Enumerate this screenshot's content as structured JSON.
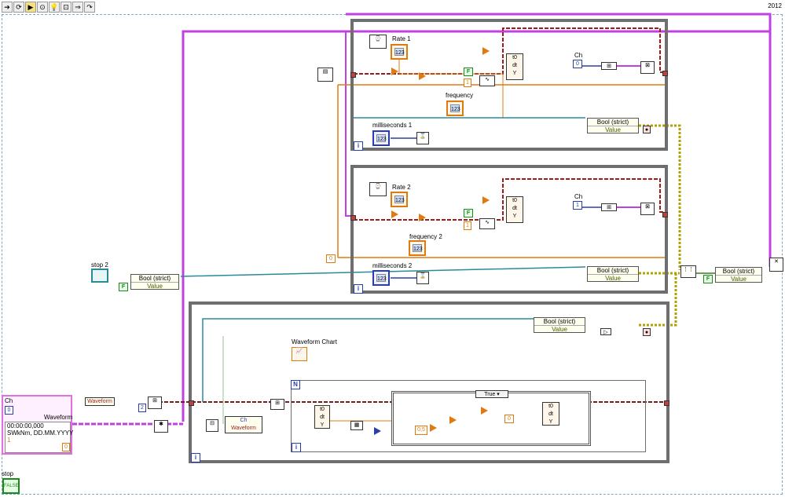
{
  "toolbar": {
    "version": "2012",
    "buttons": [
      "run-arrow",
      "run-continuous",
      "abort",
      "pause",
      "highlight",
      "retain",
      "step-into",
      "step-over"
    ]
  },
  "loops": {
    "loop1": {
      "rate_label": "Rate 1",
      "frequency_label": "frequency",
      "ms_label": "milliseconds 1",
      "ch_label": "Ch",
      "ch_value": "0",
      "bool_label": "Bool (strict)",
      "value_label": "Value"
    },
    "loop2": {
      "rate_label": "Rate 2",
      "frequency_label": "frequency 2",
      "ms_label": "milliseconds 2",
      "ch_label": "Ch",
      "ch_value": "1",
      "bool_label": "Bool (strict)",
      "value_label": "Value",
      "zero_const": "0"
    },
    "loop3": {
      "chart_label": "Waveform Chart",
      "bool_label": "Bool (strict)",
      "value_label": "Value",
      "case_selector": "True",
      "n_label": "N",
      "const_05": "0,5",
      "const_0": "0",
      "ch_item": "Ch",
      "waveform_item": "Waveform",
      "t0": "t0",
      "dt": "dt",
      "y": "Y"
    }
  },
  "left_panel": {
    "stop2_label": "stop 2",
    "bool_label": "Bool (strict)",
    "value_label": "Value",
    "f_const": "F",
    "waveform_label": "Waveform",
    "waveform_indicator_label": "Waveform",
    "cluster_ch_label": "Ch",
    "cluster_ch_value": "0",
    "cluster_timestamp": "00:00:00,000",
    "cluster_date": "SWkNm, DD.MM.YYYY",
    "cluster_index": "1",
    "cluster_index2": "0",
    "const_2": "2",
    "stop_label": "stop",
    "stop_button_text": "FALSE"
  },
  "right_panel": {
    "bool_label": "Bool (strict)",
    "value_label": "Value",
    "f_const": "F"
  },
  "colors": {
    "wire_pink": "#c040e0",
    "wire_orange": "#e07a10",
    "wire_blue": "#2a3ea8",
    "wire_green": "#1a8a1a",
    "wire_teal": "#2a8a9a",
    "wire_dark": "#7a1a1a",
    "wire_bool": "#3c7a1a",
    "wire_yellow": "#b0a000"
  }
}
